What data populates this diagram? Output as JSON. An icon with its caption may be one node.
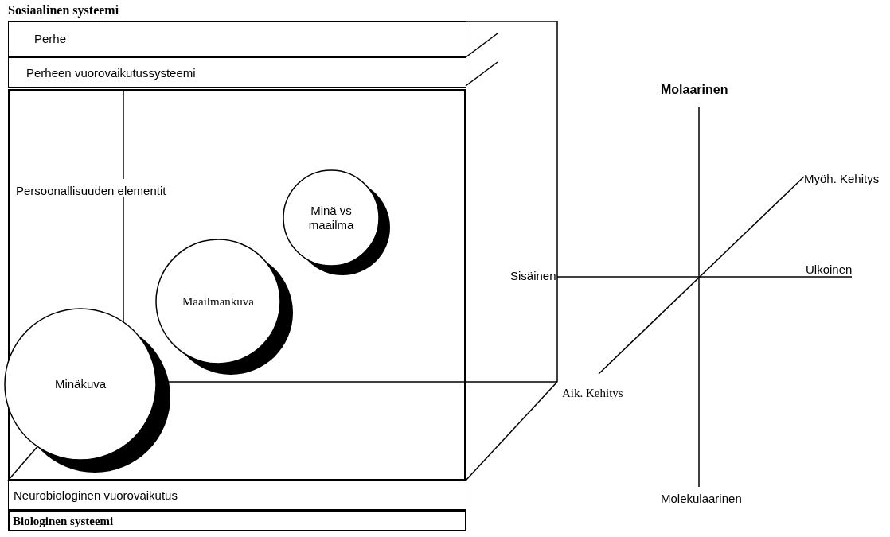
{
  "diagram": {
    "nodes": [
      {
        "text": [
          "Sosiaalinen systeemi"
        ]
      },
      {
        "text": [
          "Perhe"
        ]
      },
      {
        "text": [
          "Perheen vuorovaikutussysteemi"
        ]
      },
      {
        "text": [
          "Persoonallisuuden elementit"
        ]
      },
      {
        "text": [
          "Minä vs maailma"
        ],
        "in": 3
      },
      {
        "text": [
          "Maailmankuva"
        ],
        "in": 3
      },
      {
        "text": [
          "Minäkuva"
        ],
        "in": 3
      },
      {
        "text": [
          "Neurobiologinen vuorovaikutus"
        ]
      },
      {
        "text": [
          "Biologinen systeemi"
        ]
      }
    ],
    "edges": [],
    "labels": [
      "Molaarinen",
      "Myöh. Kehitys",
      "Sisäinen",
      "Ulkoinen",
      "Aik. Kehitys",
      "Molekulaarinen"
    ]
  }
}
